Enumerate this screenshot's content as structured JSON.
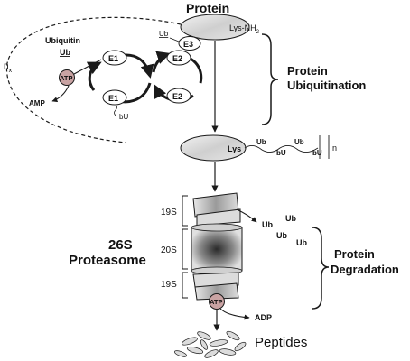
{
  "colors": {
    "stroke": "#1a1a1a",
    "protein_fill": "#d9d9d9",
    "atp_fill": "#c9a3a3",
    "proteasome_dark": "#3c3c3c",
    "proteasome_light": "#e8e8e8"
  },
  "protein": {
    "title": "Protein",
    "lys_nh2": "Lys",
    "nh2_sub": "NH",
    "nh2_num": "2"
  },
  "ubiquitination": {
    "ubiquitin_label": "Ubiquitin",
    "ub_label": "Ub",
    "atp_label": "ATP",
    "amp_label": "AMP",
    "nx_label": "n",
    "nx_sub": "x",
    "e1_top": "E1",
    "e1_bottom": "E1",
    "e2_top": "E2",
    "e2_bottom": "E2",
    "e3": "E3",
    "ub_on_e3": "Ub",
    "ub_on_e1": "bU",
    "section_label_line1": "Protein",
    "section_label_line2": "Ubiquitination"
  },
  "ubiquitinated_protein": {
    "lys": "Lys",
    "chain": [
      "Ub",
      "bU",
      "Ub",
      "bU"
    ],
    "n": "n"
  },
  "proteasome": {
    "title_line1": "26S",
    "title_line2": "Proteasome",
    "top_cap": "19S",
    "core": "20S",
    "bottom_cap": "19S",
    "released_ub": [
      "Ub",
      "Ub",
      "Ub",
      "Ub"
    ],
    "atp_label": "ATP",
    "adp_label": "ADP",
    "section_label_line1": "Protein",
    "section_label_line2": "Degradation"
  },
  "peptides_label": "Peptides"
}
